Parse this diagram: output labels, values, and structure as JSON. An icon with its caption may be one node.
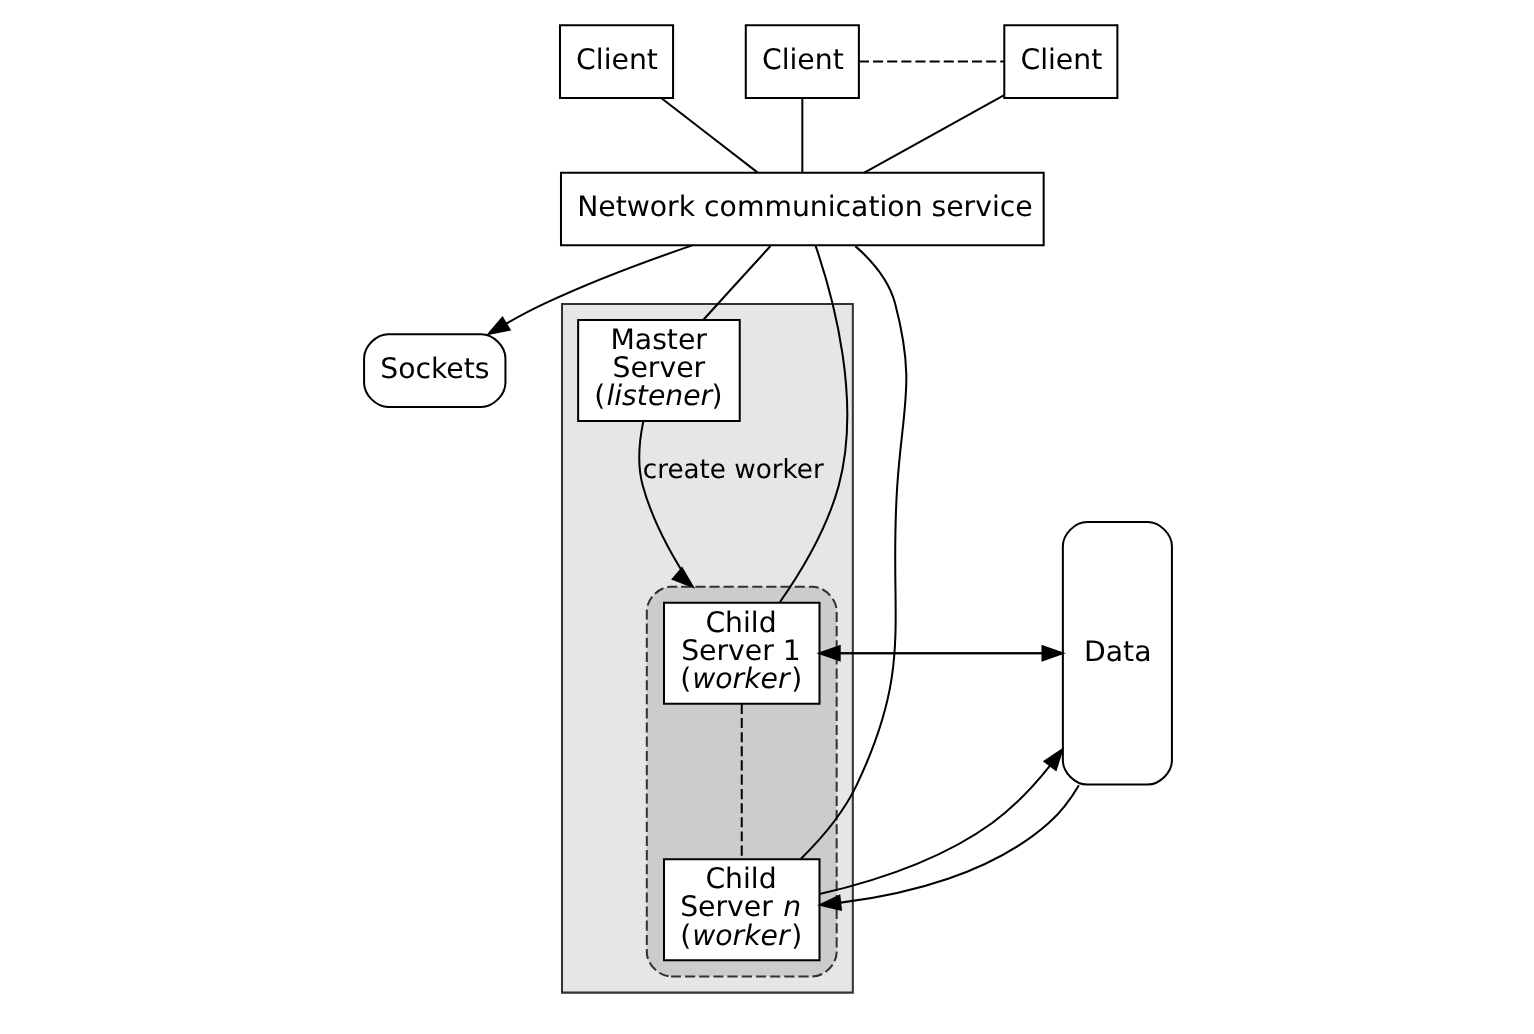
{
  "diagram": {
    "nodes": [
      {
        "text": [
          "Client"
        ]
      },
      {
        "text": [
          "Client"
        ]
      },
      {
        "text": [
          "Client"
        ]
      },
      {
        "text": [
          "Network communication service"
        ]
      },
      {
        "text": [
          "Sockets"
        ]
      },
      {
        "text": [],
        "shape": "box"
      },
      {
        "text": [
          "Master Server (*listener*)"
        ],
        "in": 5
      },
      {
        "text": [],
        "shape": "box",
        "in": 5
      },
      {
        "text": [
          "Child Server 1 (*worker*)"
        ],
        "in": 7
      },
      {
        "text": [
          "Child Server *n* (*worker*)"
        ],
        "in": 7
      },
      {
        "text": [
          "Data"
        ]
      }
    ],
    "edges": [
      {
        "from": 0,
        "to": 3,
        "arrow": "none"
      },
      {
        "from": 1,
        "to": 3,
        "arrow": "none"
      },
      {
        "from": 2,
        "to": 3,
        "arrow": "none"
      },
      {
        "from": 1,
        "to": 2,
        "arrow": "none",
        "style": "dashed"
      },
      {
        "from": 3,
        "to": 4,
        "arrow": "to"
      },
      {
        "from": 3,
        "to": 6,
        "arrow": "none"
      },
      {
        "from": 3,
        "to": 8,
        "arrow": "none"
      },
      {
        "from": 3,
        "to": 9,
        "arrow": "none"
      },
      {
        "from": 6,
        "to": 7,
        "arrow": "to",
        "label": "create worker"
      },
      {
        "from": 8,
        "to": 10,
        "arrow": "to"
      },
      {
        "from": 10,
        "to": 8,
        "arrow": "to"
      },
      {
        "from": 8,
        "to": 9,
        "arrow": "none",
        "style": "dashed"
      },
      {
        "from": 9,
        "to": 10,
        "arrow": "to"
      },
      {
        "from": 10,
        "to": 9,
        "arrow": "to"
      }
    ]
  }
}
